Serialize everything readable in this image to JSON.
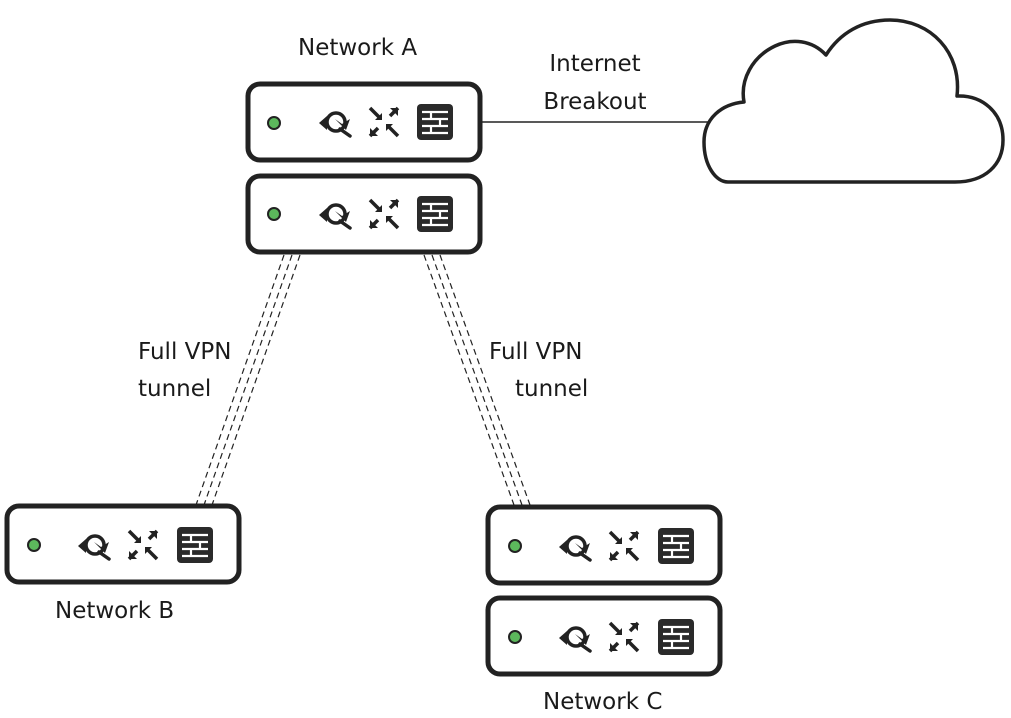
{
  "labels": {
    "network_a": "Network A",
    "network_b": "Network B",
    "network_c": "Network C",
    "internet_line1": "Internet",
    "internet_line2": "Breakout",
    "vpn_left_line1": "Full VPN",
    "vpn_left_line2": "tunnel",
    "vpn_right_line1": "Full VPN",
    "vpn_right_line2": "tunnel"
  },
  "colors": {
    "stroke": "#222222",
    "status_led": "#5cb85c",
    "background": "#ffffff"
  },
  "icons": [
    "status-led-icon",
    "vpn-icon",
    "switch-icon",
    "firewall-icon"
  ]
}
